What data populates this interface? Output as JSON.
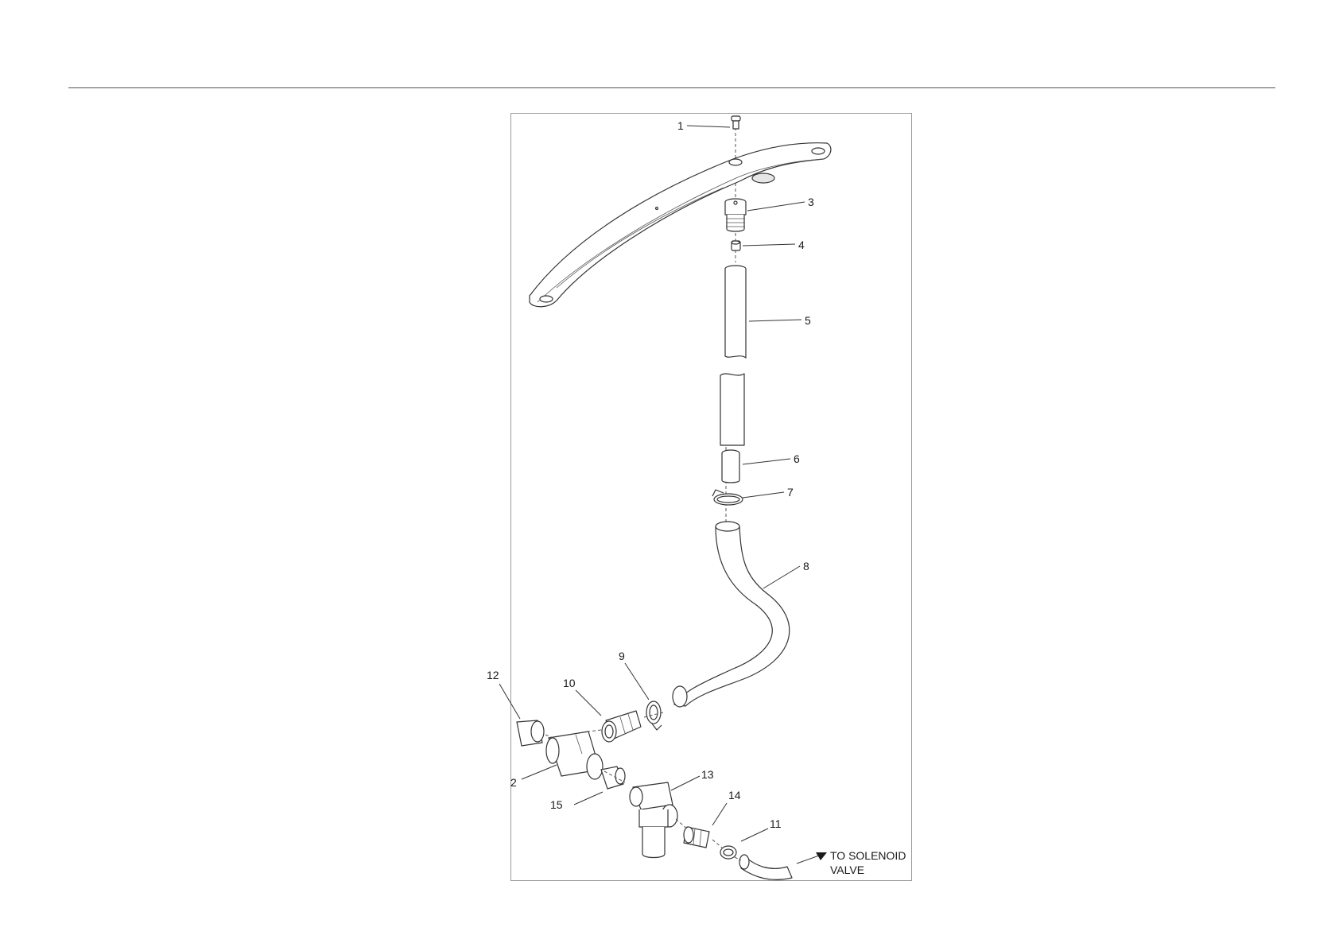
{
  "callouts": [
    {
      "id": "1",
      "label": "1"
    },
    {
      "id": "2",
      "label": "2"
    },
    {
      "id": "3",
      "label": "3"
    },
    {
      "id": "4",
      "label": "4"
    },
    {
      "id": "5",
      "label": "5"
    },
    {
      "id": "6",
      "label": "6"
    },
    {
      "id": "7",
      "label": "7"
    },
    {
      "id": "8",
      "label": "8"
    },
    {
      "id": "9",
      "label": "9"
    },
    {
      "id": "10",
      "label": "10"
    },
    {
      "id": "11",
      "label": "11"
    },
    {
      "id": "12",
      "label": "12"
    },
    {
      "id": "13",
      "label": "13"
    },
    {
      "id": "14",
      "label": "14"
    },
    {
      "id": "15",
      "label": "15"
    }
  ],
  "note": {
    "line1": "TO SOLENOID",
    "line2": "VALVE"
  }
}
